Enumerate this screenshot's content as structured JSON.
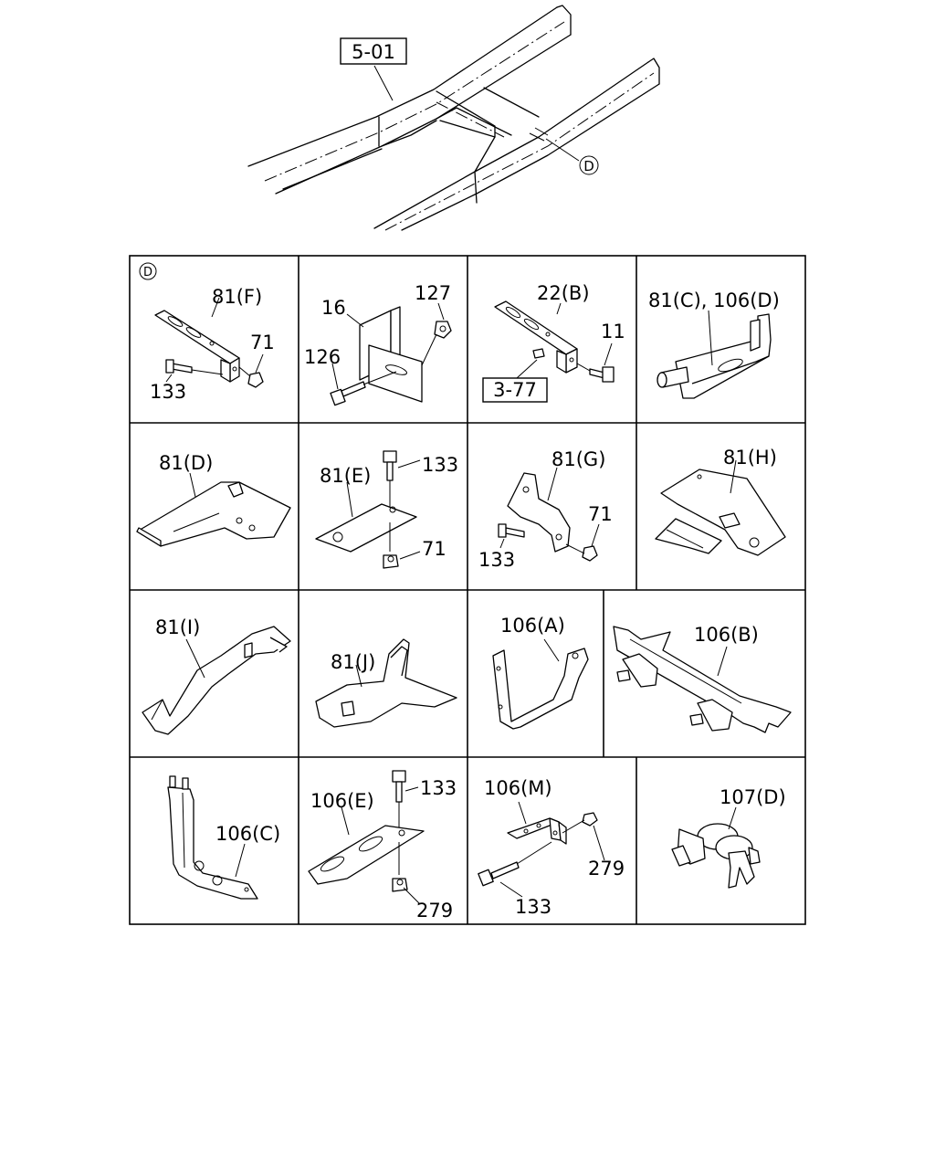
{
  "frame": {
    "ref_box": "5-01",
    "detail_marker": "D"
  },
  "cells": [
    {
      "detail_marker": "D",
      "labels": [
        "81(F)",
        "71",
        "133"
      ]
    },
    {
      "labels": [
        "16",
        "127",
        "126"
      ]
    },
    {
      "labels": [
        "22(B)",
        "11"
      ],
      "ref_box": "3-77"
    },
    {
      "labels": [
        "81(C), 106(D)"
      ]
    },
    {
      "labels": [
        "81(D)"
      ]
    },
    {
      "labels": [
        "81(E)",
        "133",
        "71"
      ]
    },
    {
      "labels": [
        "81(G)",
        "71",
        "133"
      ]
    },
    {
      "labels": [
        "81(H)"
      ]
    },
    {
      "labels": [
        "81(I)"
      ]
    },
    {
      "labels": [
        "81(J)"
      ]
    },
    {
      "labels": [
        "106(A)"
      ]
    },
    {
      "labels": [
        "106(B)"
      ]
    },
    {
      "labels": [
        "106(C)"
      ]
    },
    {
      "labels": [
        "106(E)",
        "133",
        "279"
      ]
    },
    {
      "labels": [
        "106(M)",
        "279",
        "133"
      ]
    },
    {
      "labels": [
        "107(D)"
      ]
    }
  ]
}
